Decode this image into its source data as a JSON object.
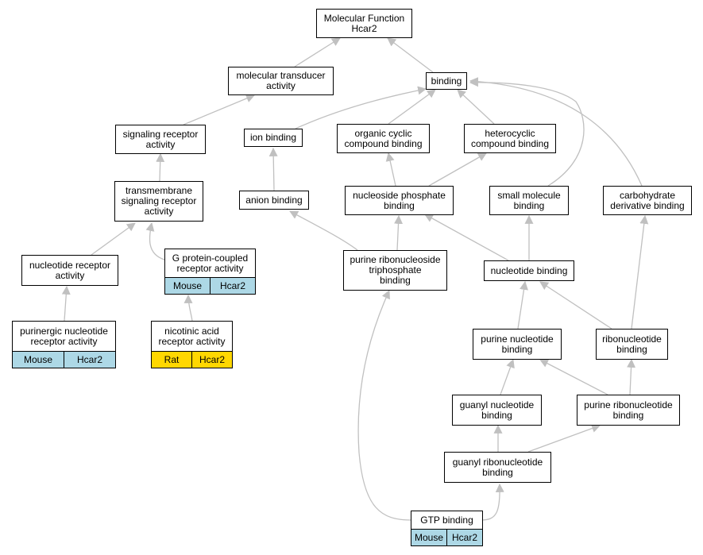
{
  "colors": {
    "edge": "#c0c0c0",
    "arrowhead": "#c0c0c0",
    "node_border": "#000000",
    "node_fill": "#ffffff",
    "mouse_fill": "#add8e6",
    "rat_fill": "#ffd700"
  },
  "nodes": {
    "root": {
      "label": "Molecular Function\nHcar2"
    },
    "transducer": {
      "label": "molecular transducer\nactivity"
    },
    "binding": {
      "label": "binding"
    },
    "signaling": {
      "label": "signaling receptor\nactivity"
    },
    "ion": {
      "label": "ion binding"
    },
    "organic": {
      "label": "organic cyclic\ncompound binding"
    },
    "hetero": {
      "label": "heterocyclic\ncompound binding"
    },
    "transmembrane": {
      "label": "transmembrane\nsignaling receptor\nactivity"
    },
    "anion": {
      "label": "anion binding"
    },
    "nucphos": {
      "label": "nucleoside phosphate\nbinding"
    },
    "smallmol": {
      "label": "small molecule\nbinding"
    },
    "carbo": {
      "label": "carbohydrate\nderivative binding"
    },
    "nucreceptor": {
      "label": "nucleotide receptor\nactivity"
    },
    "gpcr": {
      "label": "G protein-coupled\nreceptor activity",
      "annot": [
        "Mouse",
        "Hcar2"
      ]
    },
    "purtri": {
      "label": "purine ribonucleoside\ntriphosphate\nbinding"
    },
    "nucbind": {
      "label": "nucleotide binding"
    },
    "purinergic": {
      "label": "purinergic nucleotide\nreceptor activity",
      "annot": [
        "Mouse",
        "Hcar2"
      ]
    },
    "nicotinic": {
      "label": "nicotinic acid\nreceptor activity",
      "annot": [
        "Rat",
        "Hcar2"
      ]
    },
    "purnuc": {
      "label": "purine nucleotide\nbinding"
    },
    "ribonuc": {
      "label": "ribonucleotide\nbinding"
    },
    "guanyl": {
      "label": "guanyl nucleotide\nbinding"
    },
    "purribo": {
      "label": "purine ribonucleotide\nbinding"
    },
    "guanylribo": {
      "label": "guanyl ribonucleotide\nbinding"
    },
    "gtp": {
      "label": "GTP binding",
      "annot": [
        "Mouse",
        "Hcar2"
      ]
    }
  }
}
